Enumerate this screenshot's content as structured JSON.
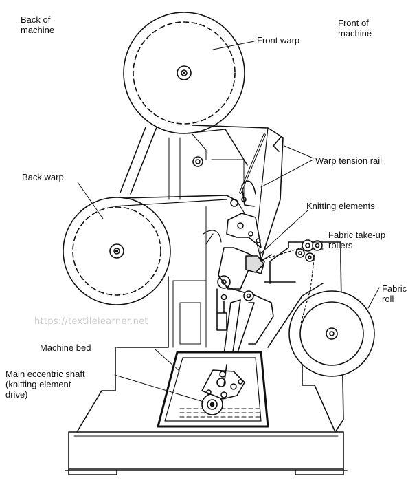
{
  "labels": {
    "back_of_machine_line1": "Back of",
    "back_of_machine_line2": "machine",
    "front_of_machine_line1": "Front of",
    "front_of_machine_line2": "machine",
    "front_warp": "Front warp",
    "warp_tension_rail": "Warp tension rail",
    "back_warp": "Back warp",
    "knitting_elements": "Knitting elements",
    "fabric_take_up_line1": "Fabric take-up",
    "fabric_take_up_line2": "rollers",
    "fabric_roll_line1": "Fabric",
    "fabric_roll_line2": "roll",
    "machine_bed": "Machine bed",
    "main_shaft_line1": "Main eccentric shaft",
    "main_shaft_line2": "(knitting element",
    "main_shaft_line3": "drive)"
  },
  "watermark": "https://textilelearner.net"
}
